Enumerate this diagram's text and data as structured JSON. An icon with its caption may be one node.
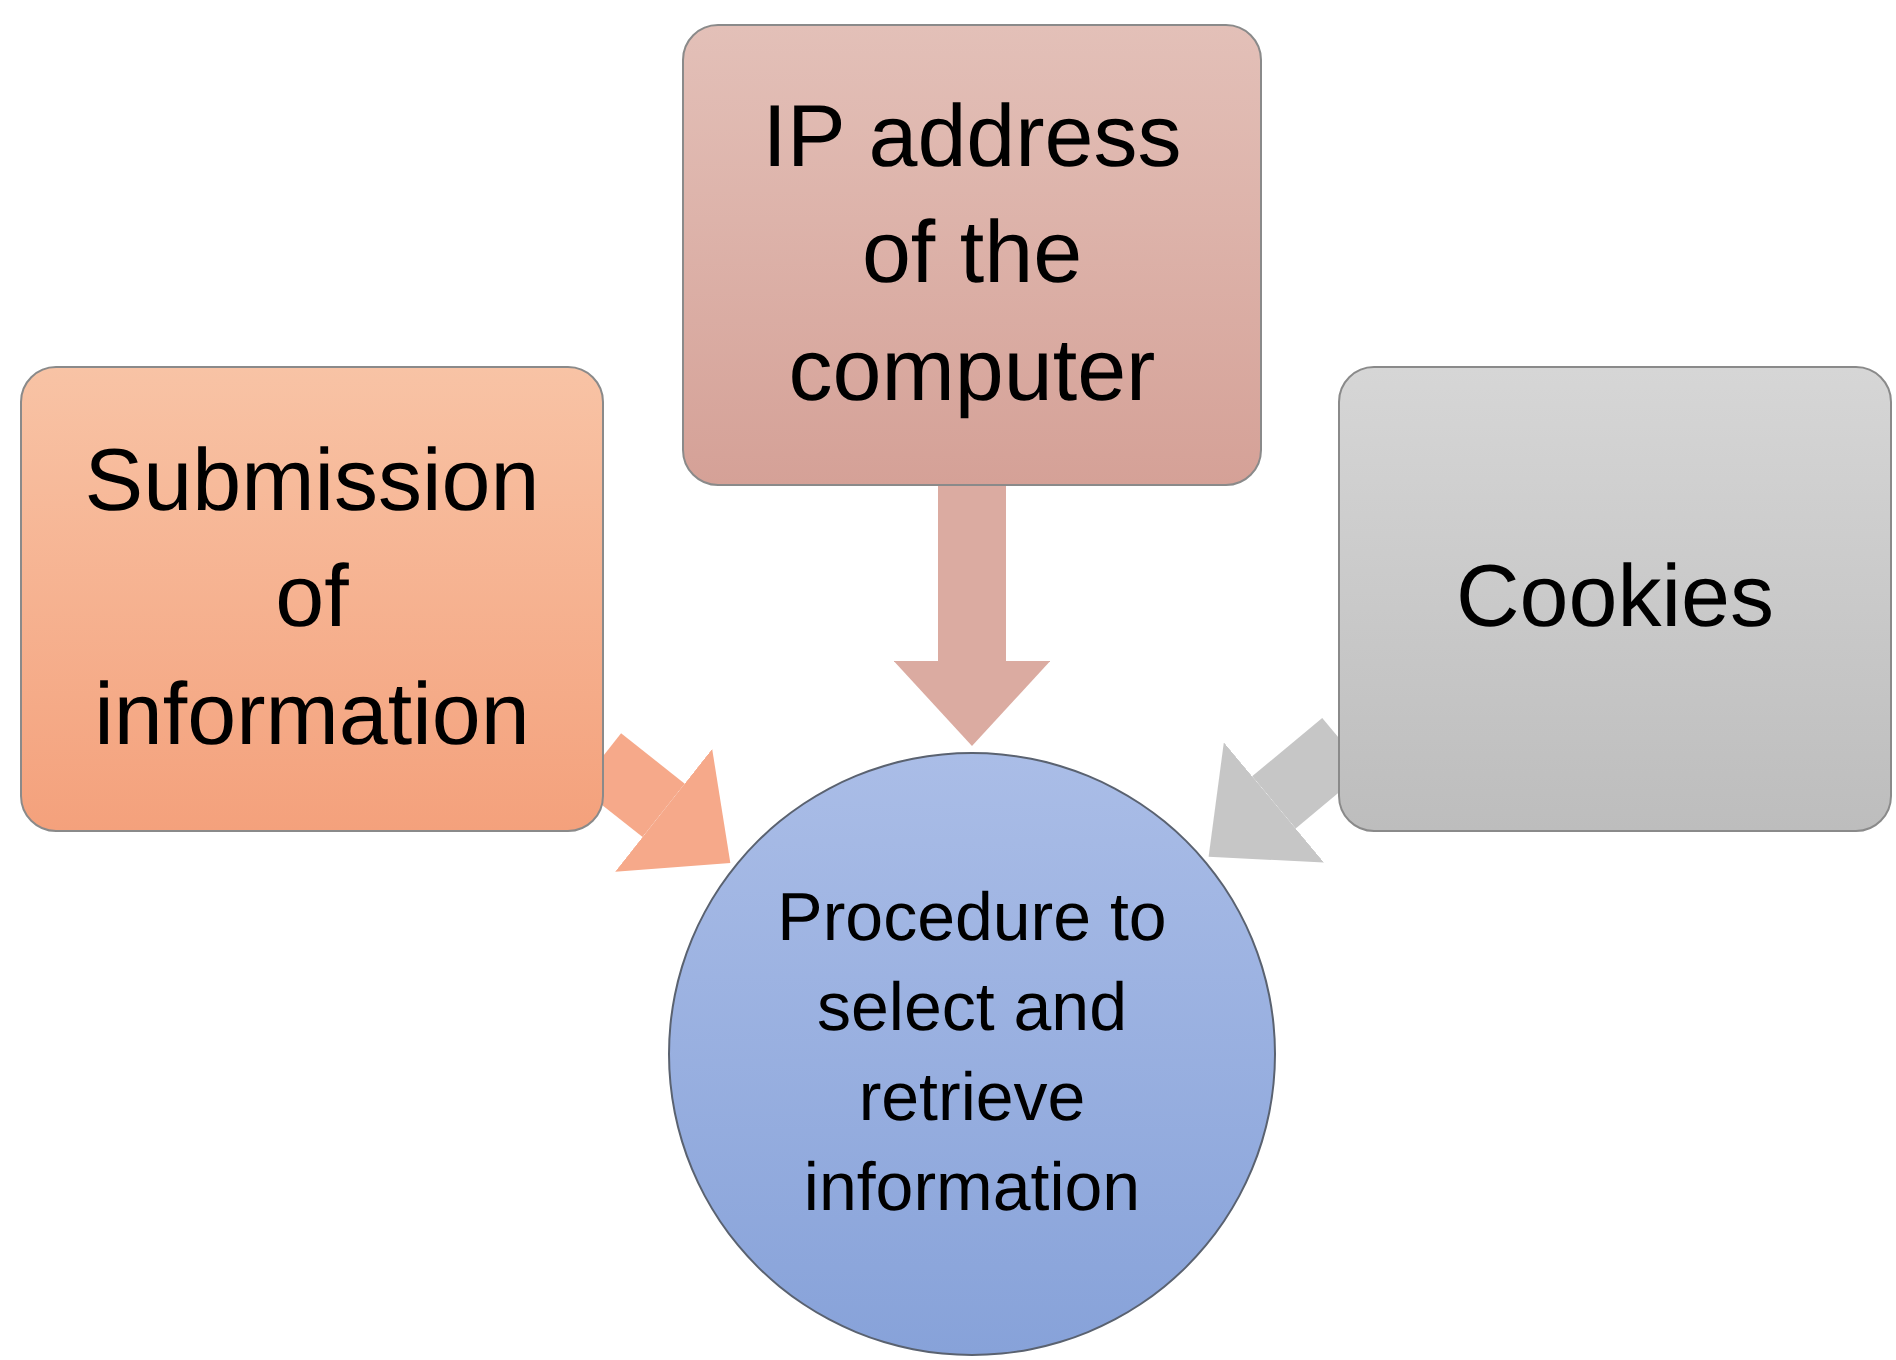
{
  "diagram": {
    "nodes": [
      {
        "text": [
          "Submission of information"
        ]
      },
      {
        "text": [
          "IP address of the computer"
        ]
      },
      {
        "text": [
          "Cookies"
        ]
      },
      {
        "text": [
          "Procedure to select and retrieve information"
        ]
      }
    ],
    "edges": [
      {
        "from": 0,
        "to": 3,
        "arrow": "to",
        "color": "#f6a98a"
      },
      {
        "from": 1,
        "to": 3,
        "arrow": "to",
        "color": "#dbaba1"
      },
      {
        "from": 2,
        "to": 3,
        "arrow": "to",
        "color": "#c6c6c6"
      }
    ]
  }
}
